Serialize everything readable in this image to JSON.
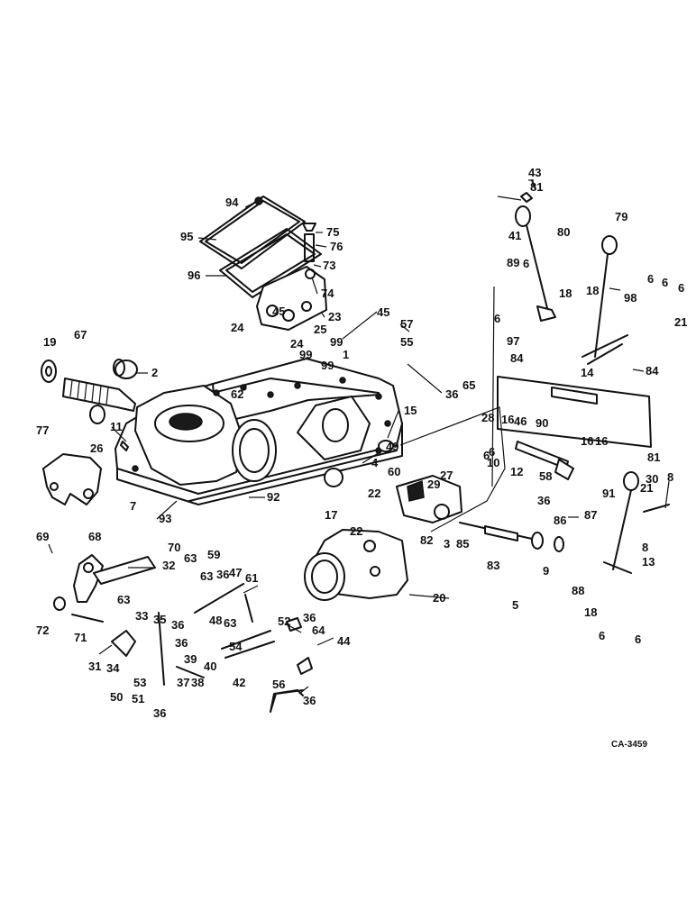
{
  "drawing_ref": "CA-3459",
  "labels": [
    "1",
    "2",
    "3",
    "4",
    "5",
    "6",
    "6",
    "6",
    "6",
    "6",
    "6",
    "6",
    "6",
    "6",
    "7",
    "8",
    "8",
    "9",
    "10",
    "11",
    "12",
    "13",
    "14",
    "15",
    "16",
    "16",
    "16",
    "17",
    "18",
    "18",
    "18",
    "19",
    "20",
    "21",
    "21",
    "22",
    "22",
    "23",
    "24",
    "24",
    "25",
    "26",
    "27",
    "28",
    "29",
    "30",
    "31",
    "32",
    "33",
    "34",
    "35",
    "36",
    "36",
    "36",
    "36",
    "36",
    "36",
    "36",
    "36",
    "37",
    "38",
    "39",
    "40",
    "41",
    "42",
    "43",
    "44",
    "45",
    "45",
    "46",
    "47",
    "48",
    "49",
    "50",
    "51",
    "52",
    "53",
    "54",
    "55",
    "56",
    "57",
    "58",
    "59",
    "60",
    "61",
    "62",
    "63",
    "63",
    "63",
    "63",
    "64",
    "65",
    "67",
    "68",
    "69",
    "70",
    "71",
    "72",
    "73",
    "74",
    "75",
    "76",
    "77",
    "79",
    "80",
    "81",
    "81",
    "82",
    "83",
    "84",
    "84",
    "85",
    "86",
    "87",
    "88",
    "89",
    "90",
    "91",
    "92",
    "93",
    "94",
    "95",
    "96",
    "97",
    "98",
    "99",
    "99",
    "99"
  ]
}
